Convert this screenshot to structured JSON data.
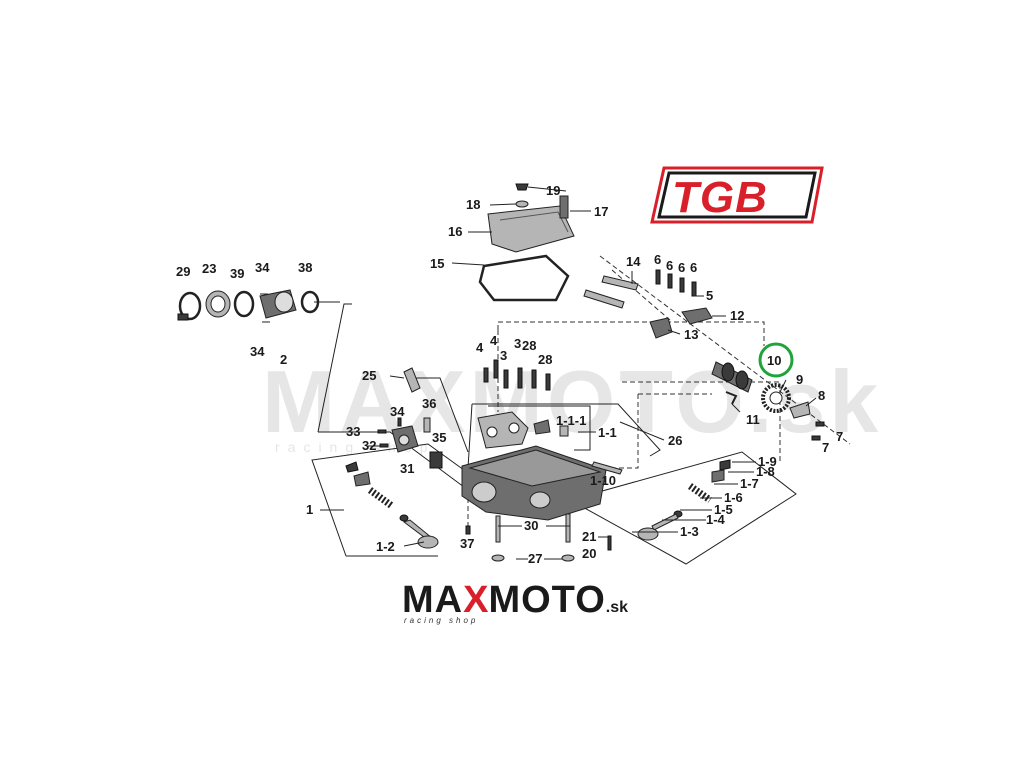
{
  "brand": {
    "tgb": "TGB",
    "shop_main_a": "MA",
    "shop_main_x": "X",
    "shop_main_b": "MOTO",
    "shop_suffix": ".sk",
    "shop_tagline": "racing shop",
    "watermark": "MAXMOTO.sk",
    "watermark_tagline": "racing shop"
  },
  "highlight": {
    "label": "10",
    "color": "#1fa33a"
  },
  "colors": {
    "brand_red": "#d9202a",
    "line": "#222222"
  },
  "parts": {
    "p1": "1",
    "p1_1_1": "1-1-1",
    "p1_1": "1-1",
    "p1_2": "1-2",
    "p1_3": "1-3",
    "p1_4": "1-4",
    "p1_5": "1-5",
    "p1_6": "1-6",
    "p1_7": "1-7",
    "p1_8": "1-8",
    "p1_9": "1-9",
    "p1_10": "1-10",
    "p2": "2",
    "p3a": "3",
    "p3b": "3",
    "p4a": "4",
    "p4b": "4",
    "p5": "5",
    "p6a": "6",
    "p6b": "6",
    "p6c": "6",
    "p6d": "6",
    "p7a": "7",
    "p7b": "7",
    "p8": "8",
    "p9": "9",
    "p11": "11",
    "p12": "12",
    "p13": "13",
    "p14": "14",
    "p15": "15",
    "p16": "16",
    "p17": "17",
    "p18": "18",
    "p19": "19",
    "p20": "20",
    "p21": "21",
    "p23": "23",
    "p25": "25",
    "p26": "26",
    "p27": "27",
    "p28a": "28",
    "p28b": "28",
    "p29": "29",
    "p30": "30",
    "p31": "31",
    "p32": "32",
    "p33": "33",
    "p34a": "34",
    "p34b": "34",
    "p34c": "34",
    "p35": "35",
    "p36": "36",
    "p37": "37",
    "p38": "38",
    "p39": "39"
  }
}
